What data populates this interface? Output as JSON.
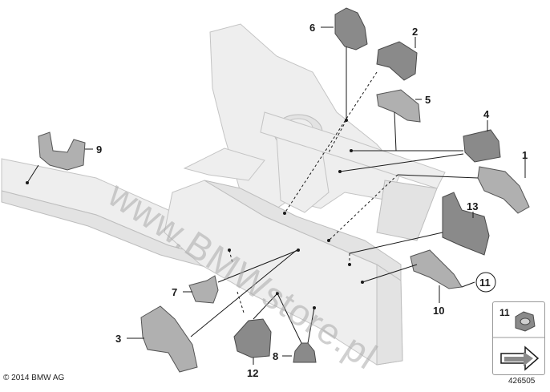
{
  "callouts": [
    "1",
    "2",
    "3",
    "4",
    "5",
    "6",
    "7",
    "8",
    "9",
    "10",
    "11",
    "12",
    "13"
  ],
  "legend_callout": "11",
  "circled_callout": "11",
  "copyright": "© 2014 BMW AG",
  "diagram_id": "426505",
  "watermark": "www.BMWstore.pl",
  "colors": {
    "body": "#eeeeee",
    "part": "#8a8a8a",
    "lines": "#1a1a1a"
  }
}
